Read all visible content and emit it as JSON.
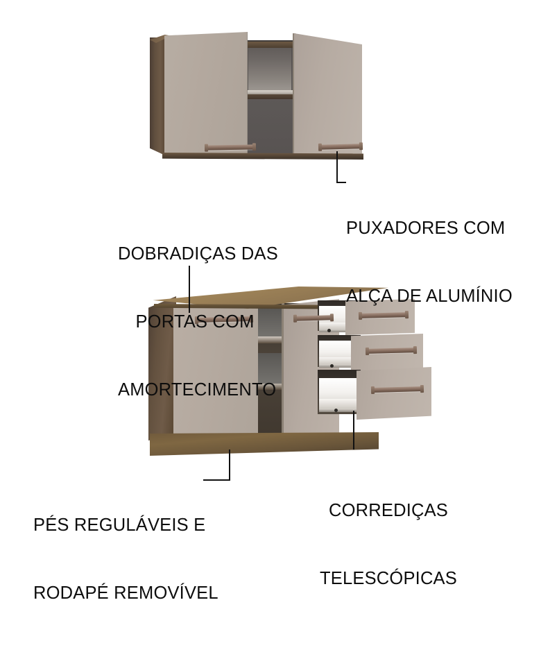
{
  "page": {
    "kind": "product-feature-infographic",
    "background_color": "#FFFFFF",
    "language": "pt-BR"
  },
  "product": {
    "name": "Armário aéreo e balcão de cozinha",
    "upper_cabinet": {
      "doors": 2,
      "right_door_state": "aberta",
      "handles": 2,
      "interior_shelves": 1
    },
    "lower_cabinet": {
      "doors": 2,
      "drawers": 3,
      "handles": 5,
      "drawer_state": "abertas em escada",
      "plinth": "rodapé removível"
    },
    "colors": {
      "door_front": "#B3A89E",
      "dark_wood_side": "#6B5B4E",
      "countertop_wood": "#9A8058",
      "plinth_wood": "#7B6340",
      "handle_metal": "#8B7163",
      "drawer_interior": "#FFFFFF",
      "cavity_shadow": "#3E3A38",
      "leader_line": "#111111",
      "text": "#0D0D0D"
    }
  },
  "callouts": [
    {
      "id": "puxadores",
      "line1": "PUXADORES COM",
      "line2": "ALÇA DE ALUMÍNIO",
      "align": "left",
      "points_to": "upper-right-door-handle",
      "leader": "elbow-up-left"
    },
    {
      "id": "dobradicas",
      "line1": "DOBRADIÇAS DAS",
      "line2": "PORTAS COM",
      "line3": "AMORTECIMENTO",
      "align": "center",
      "points_to": "lower-left-door-hinge",
      "leader": "vertical-down"
    },
    {
      "id": "pes-rodape",
      "line1": "PÉS REGULÁVEIS E",
      "line2": "RODAPÉ REMOVÍVEL",
      "align": "center",
      "points_to": "lower-plinth",
      "leader": "elbow-up-right"
    },
    {
      "id": "corredicas",
      "line1": "CORREDIÇAS",
      "line2": "TELESCÓPICAS",
      "align": "center",
      "points_to": "drawer-slide",
      "leader": "vertical-up"
    }
  ]
}
